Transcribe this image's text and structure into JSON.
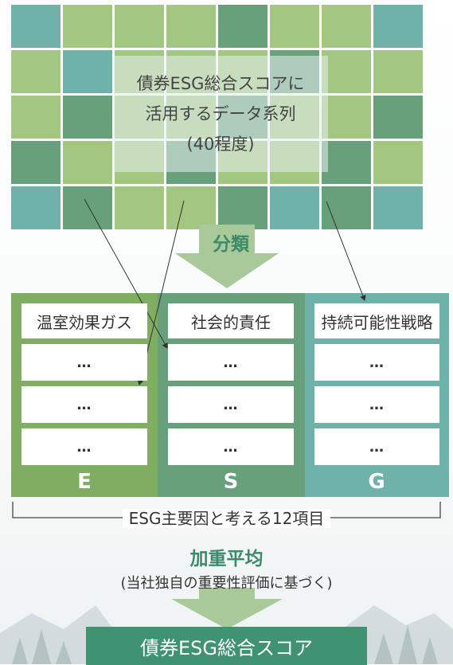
{
  "grid": {
    "title_lines": [
      "債券ESG総合スコアに",
      "活用するデータ系列",
      "(40程度)"
    ]
  },
  "step1_label": "分類",
  "columns": [
    {
      "letter": "E",
      "top_item": "温室効果ガス",
      "placeholders": [
        "…",
        "…",
        "…"
      ],
      "color": "#7fae62"
    },
    {
      "letter": "S",
      "top_item": "社会的責任",
      "placeholders": [
        "…",
        "…",
        "…"
      ],
      "color": "#68a07c"
    },
    {
      "letter": "G",
      "top_item": "持続可能性戦略",
      "placeholders": [
        "…",
        "…",
        "…"
      ],
      "color": "#6fb2aa"
    }
  ],
  "bracket_label": "ESG主要因と考える12項目",
  "step2_label": "加重平均",
  "step2_sub": "(当社独自の重要性評価に基づく)",
  "result_label": "債券ESG総合スコア",
  "colors": {
    "teal": "#6fb2aa",
    "light_green": "#a3c681",
    "mid_green": "#68a07c",
    "dark_teal": "#5d9f89",
    "arrow": "#a9c99a",
    "heading_green": "#3d8a6a",
    "result_bg": "#3f9272"
  }
}
